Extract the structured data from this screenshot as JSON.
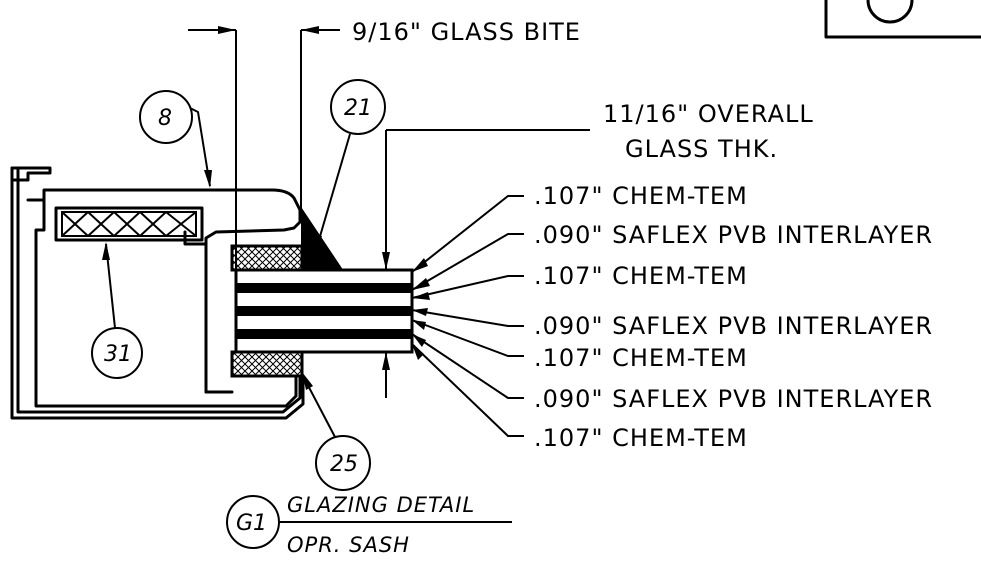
{
  "dimensions": {
    "glass_bite": "9/16\" GLASS BITE",
    "overall_line1": "11/16\" OVERALL",
    "overall_line2": "GLASS THK."
  },
  "layers": [
    ".107\" CHEM-TEM",
    ".090\" SAFLEX PVB INTERLAYER",
    ".107\" CHEM-TEM",
    ".090\" SAFLEX PVB INTERLAYER",
    ".107\" CHEM-TEM",
    ".090\" SAFLEX PVB INTERLAYER",
    ".107\" CHEM-TEM"
  ],
  "callouts": {
    "c8": "8",
    "c21": "21",
    "c31": "31",
    "c25": "25"
  },
  "detail": {
    "tag": "G1",
    "title": "GLAZING DETAIL",
    "subtitle": "OPR. SASH"
  }
}
